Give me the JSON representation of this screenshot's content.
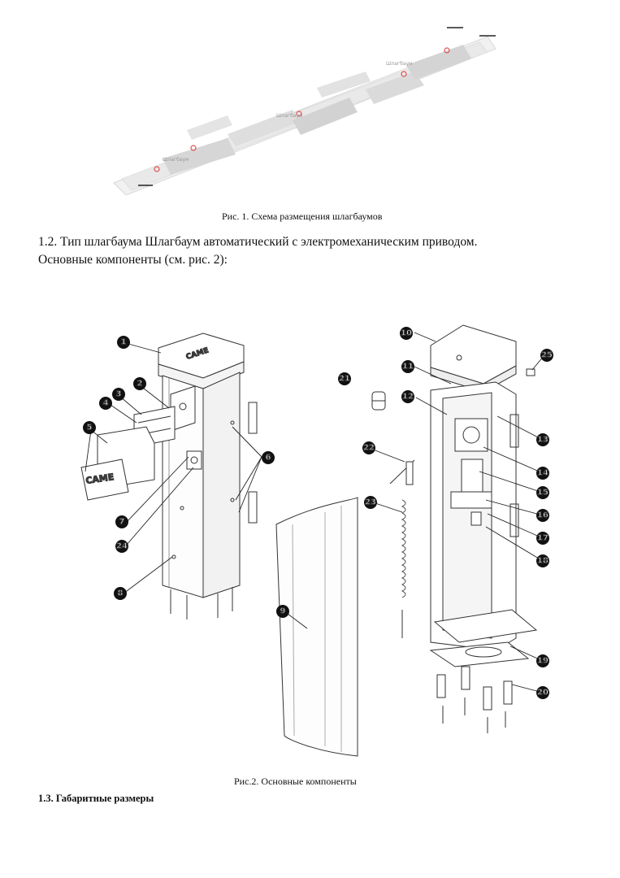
{
  "fig1": {
    "caption": "Рис. 1. Схема размещения шлагбаумов",
    "plan_labels": [
      "Шлагбаум",
      "Шлагбаум",
      "Шлагбаум"
    ]
  },
  "section_1_2": {
    "line1": "1.2. Тип шлагбаума Шлагбаум автоматический с электромеханическим приводом.",
    "line2": "Основные компоненты (см. рис. 2):"
  },
  "fig2": {
    "caption": "Рис.2. Основные компоненты",
    "logo_text": "CAME",
    "callouts": [
      "1",
      "2",
      "3",
      "4",
      "5",
      "6",
      "7",
      "8",
      "9",
      "10",
      "11",
      "12",
      "13",
      "14",
      "15",
      "16",
      "17",
      "18",
      "19",
      "20",
      "21",
      "22",
      "23",
      "24",
      "25"
    ]
  },
  "section_1_3": {
    "heading": "1.3. Габаритные размеры"
  }
}
